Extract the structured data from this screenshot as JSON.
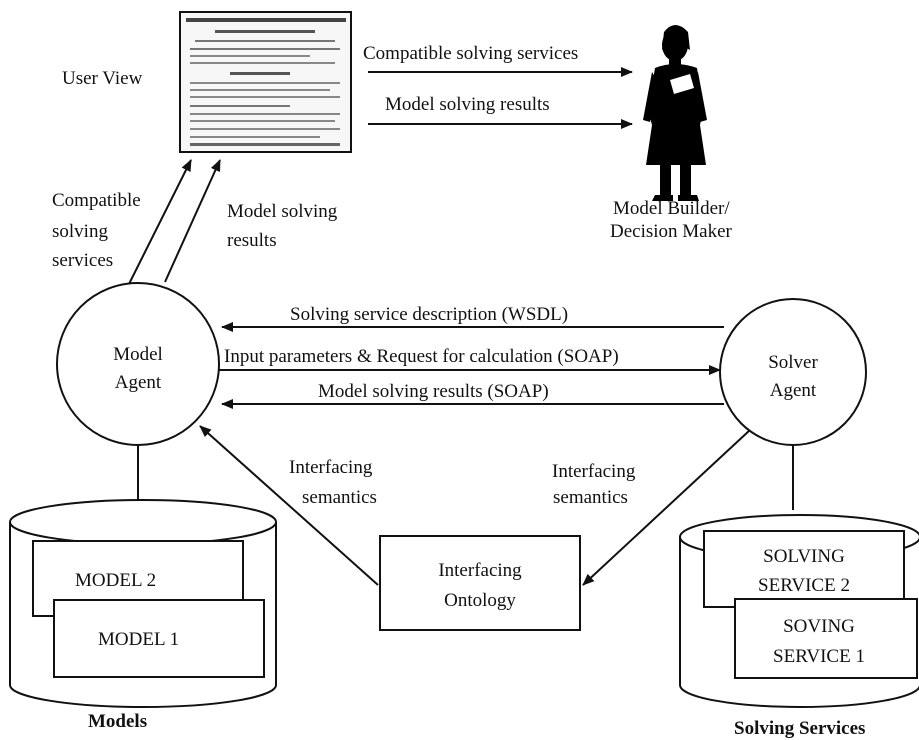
{
  "user_view": {
    "label": "User View"
  },
  "actor": {
    "line1": "Model Builder/",
    "line2": "Decision Maker"
  },
  "top_arrows": {
    "compatible": "Compatible solving services",
    "results": "Model solving results"
  },
  "left_upward": {
    "compat_line1": "Compatible",
    "compat_line2": "solving",
    "compat_line3": "services",
    "results_line1": "Model solving",
    "results_line2": "results"
  },
  "model_agent": {
    "line1": "Model",
    "line2": "Agent"
  },
  "solver_agent": {
    "line1": "Solver",
    "line2": "Agent"
  },
  "middle_arrows": {
    "wsdl": "Solving service description (WSDL)",
    "request": "Input parameters & Request for calculation (SOAP)",
    "results_soap": "Model solving results (SOAP)"
  },
  "semantics": {
    "left_line1": "Interfacing",
    "left_line2": "semantics",
    "right_line1": "Interfacing",
    "right_line2": "semantics"
  },
  "ontology": {
    "line1": "Interfacing",
    "line2": "Ontology"
  },
  "models_db": {
    "model2": "MODEL 2",
    "model1": "MODEL 1",
    "caption": "Models"
  },
  "services_db": {
    "service2_line1": "SOLVING",
    "service2_line2": "SERVICE 2",
    "service1_line1": "SOVING",
    "service1_line2": "SERVICE 1",
    "caption": "Solving Services"
  }
}
